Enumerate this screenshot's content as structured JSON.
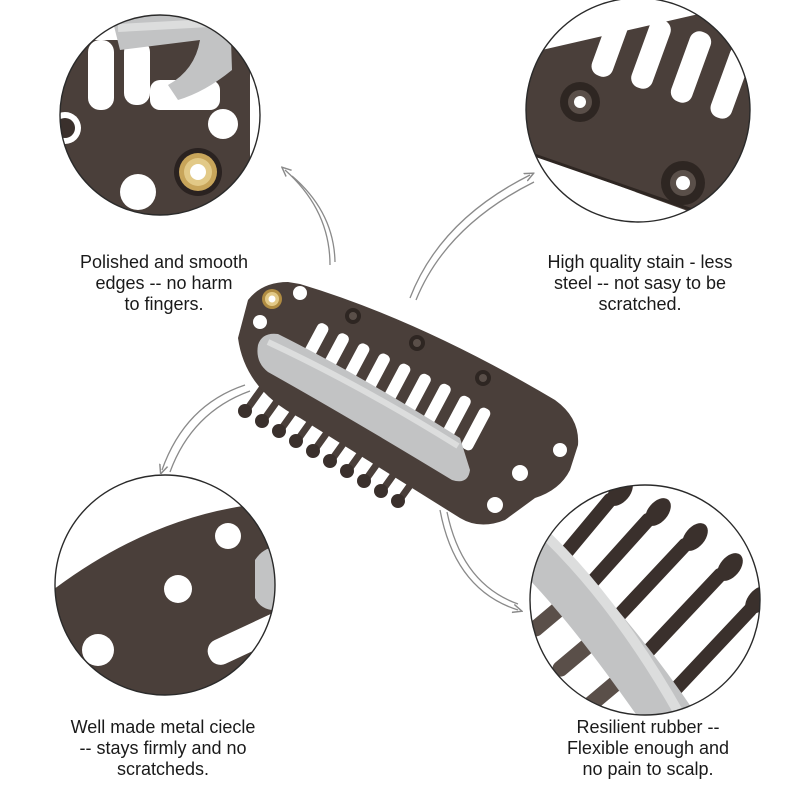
{
  "colors": {
    "metal": "#4a3f3a",
    "metal_dark": "#2e2622",
    "rubber": "#c2c3c4",
    "rubber_light": "#dcdddd",
    "eyelet_brass": "#c8a55a",
    "arrow": "#8a8a8a",
    "text": "#1a1a1a"
  },
  "callouts": {
    "top_left": {
      "lines": [
        "Polished and smooth",
        "edges -- no harm",
        "to fingers."
      ]
    },
    "top_right": {
      "lines": [
        "High quality stain - less",
        "steel -- not sasy to be",
        "scratched."
      ]
    },
    "bottom_left": {
      "lines": [
        "Well made metal ciecle",
        "-- stays firmly and no",
        "scratcheds."
      ]
    },
    "bottom_right": {
      "lines": [
        "Resilient rubber --",
        "Flexible enough and",
        "no pain to scalp."
      ]
    }
  },
  "icons": [
    "curved-arrow-icon"
  ]
}
